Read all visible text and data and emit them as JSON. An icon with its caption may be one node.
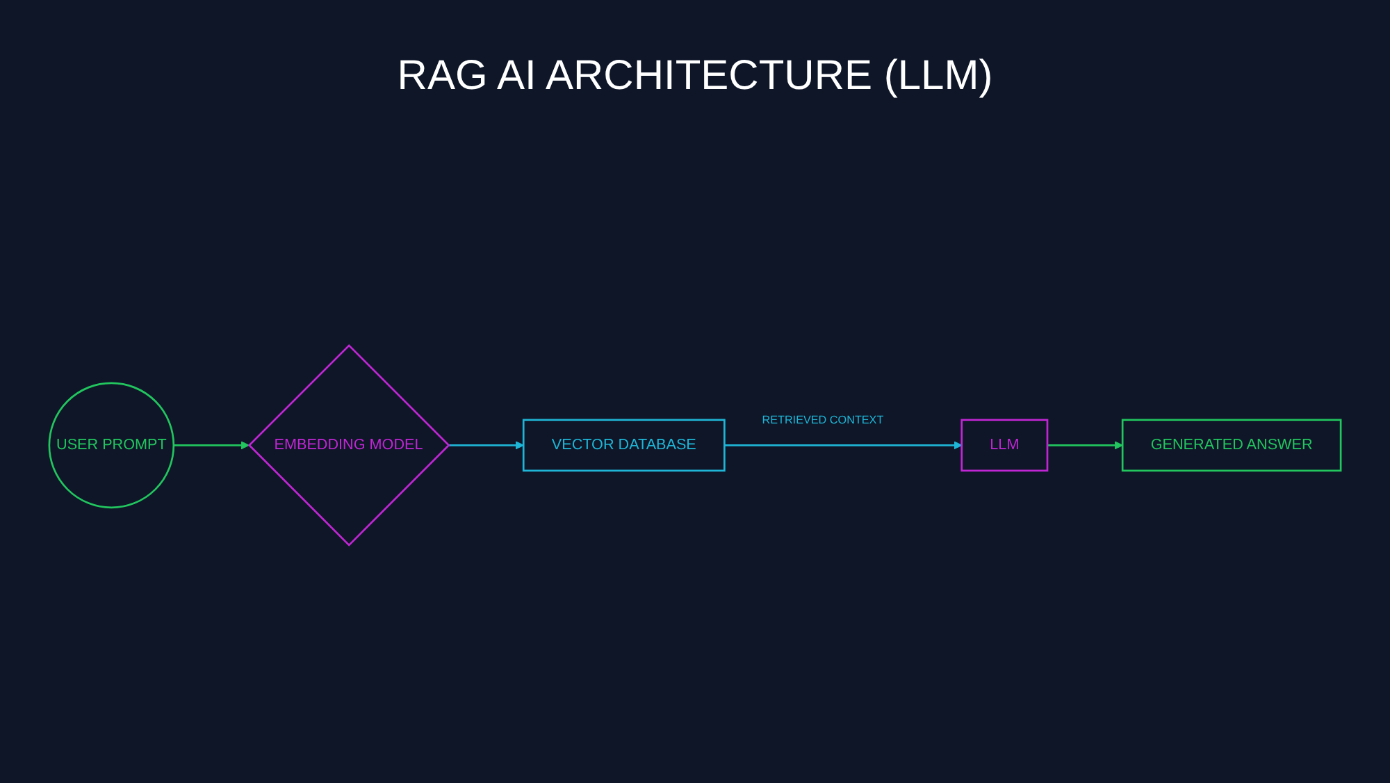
{
  "diagram": {
    "title": "RAG AI ARCHITECTURE (LLM)",
    "nodes": [
      {
        "text": [
          "USER PROMPT"
        ]
      },
      {
        "text": [
          "EMBEDDING MODEL"
        ]
      },
      {
        "text": [
          "VECTOR DATABASE"
        ]
      },
      {
        "text": [
          "LLM"
        ]
      },
      {
        "text": [
          "GENERATED ANSWER"
        ]
      }
    ],
    "edges": [
      {
        "from": 0,
        "to": 1,
        "arrow": "to",
        "color": "#22c55e"
      },
      {
        "from": 1,
        "to": 2,
        "arrow": "to",
        "color": "#1fb5d6"
      },
      {
        "from": 2,
        "to": 3,
        "arrow": "to",
        "label": "RETRIEVED CONTEXT",
        "color": "#1fb5d6"
      },
      {
        "from": 3,
        "to": 4,
        "arrow": "to",
        "color": "#22c55e"
      }
    ]
  }
}
